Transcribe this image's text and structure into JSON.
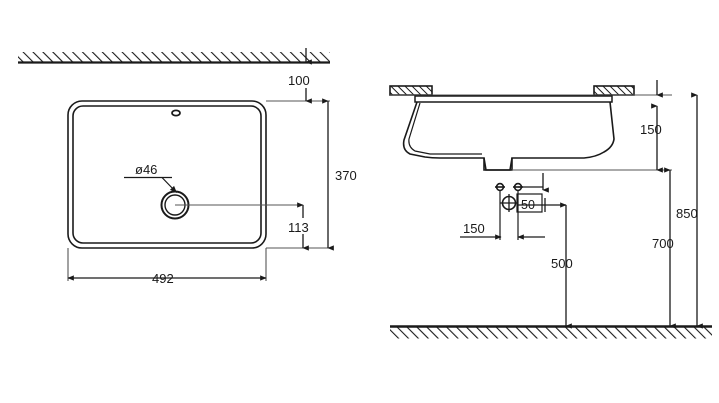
{
  "document": {
    "type": "technical-drawing",
    "subject": "undermount washbasin installation drawing",
    "units": "mm",
    "line_color": "#1a1a1a",
    "thin_line_color": "#555555",
    "background": "#ffffff"
  },
  "views": {
    "plan": {
      "name": "plan-view",
      "basin_outline": "rounded-rectangle-double",
      "overflow_hole": "oval",
      "drain": "double-circle"
    },
    "section": {
      "name": "section-view",
      "countertop": "hatched-slab",
      "basin_profile": "tapered-bowl",
      "waste_outlet": "trapezoid-spigot",
      "supplies": "two-small-circles",
      "waste_connection": "crosshair-circle"
    }
  },
  "dimensions": {
    "plan": [
      {
        "id": "dim-100",
        "label": "100",
        "meaning": "wall-to-basin-rear-clearance"
      },
      {
        "id": "dim-370",
        "label": "370",
        "meaning": "basin-depth-front-to-back"
      },
      {
        "id": "dim-113",
        "label": "113",
        "meaning": "drain-centre-to-basin-front"
      },
      {
        "id": "dim-492",
        "label": "492",
        "meaning": "basin-width"
      },
      {
        "id": "dim-d46",
        "label": "ø46",
        "meaning": "drain-hole-diameter"
      }
    ],
    "section": [
      {
        "id": "dim-150-top",
        "label": "150",
        "meaning": "countertop-to-basin-underside"
      },
      {
        "id": "dim-850",
        "label": "850",
        "meaning": "floor-to-countertop-height"
      },
      {
        "id": "dim-700",
        "label": "700",
        "meaning": "floor-to-basin-underside"
      },
      {
        "id": "dim-500",
        "label": "500",
        "meaning": "floor-to-waste-connection"
      },
      {
        "id": "dim-150-supply",
        "label": "150",
        "meaning": "waste-centre-to-supply-offset"
      },
      {
        "id": "dim-50",
        "label": "50",
        "meaning": "supply-inlet-spacing"
      }
    ]
  },
  "labels": {
    "d100": "100",
    "d370": "370",
    "d113": "113",
    "d492": "492",
    "diam46": "ø46",
    "d150_top": "150",
    "d850": "850",
    "d700": "700",
    "d500": "500",
    "d150_supply": "150",
    "d50": "50"
  },
  "hatching": {
    "wall_top": "diagonal-hatch-band",
    "floor": "diagonal-hatch-band",
    "countertop_left": "diagonal-hatch-block",
    "countertop_right": "diagonal-hatch-block",
    "angle_deg": 45
  }
}
